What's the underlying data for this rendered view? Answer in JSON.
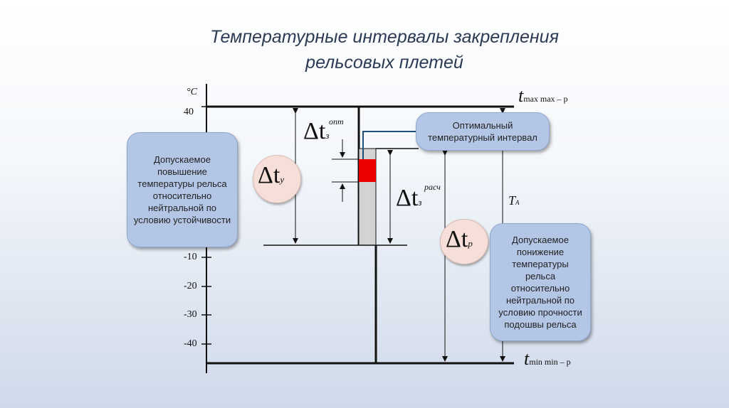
{
  "title": {
    "line1": "Температурные интервалы закрепления",
    "line2": "рельсовых плетей"
  },
  "axis": {
    "unit": "°C",
    "ticks": [
      "40",
      "-10",
      "-20",
      "-30",
      "-40"
    ]
  },
  "labels": {
    "t_max": "t",
    "t_max_sub": "max max – p",
    "t_min": "t",
    "t_min_sub": "min min – p",
    "dt_y": "Δt",
    "dt_y_sub": "y",
    "dt_z_opt": "Δt",
    "dt_z_opt_sub": "з",
    "dt_z_opt_sup": "опт",
    "dt_z_rasch": "Δt",
    "dt_z_rasch_sub": "з",
    "dt_z_rasch_sup": "расч",
    "dt_p": "Δt",
    "dt_p_sub": "p",
    "T_A": "T",
    "T_A_sub": "A"
  },
  "callouts": {
    "left": "Допускаемое повышение температуры рельса относительно нейтральной по условию устойчивости",
    "optimal": "Оптимальный температурный интервал",
    "right": "Допускаемое понижение температуры рельса относительно нейтральной по условию прочности подошвы рельса"
  },
  "colors": {
    "callout_fill": "#b3c6e6",
    "badge_fill": "#f6dfd8",
    "optimal_band": "#ee0000",
    "leader_line": "#1f4e79"
  }
}
